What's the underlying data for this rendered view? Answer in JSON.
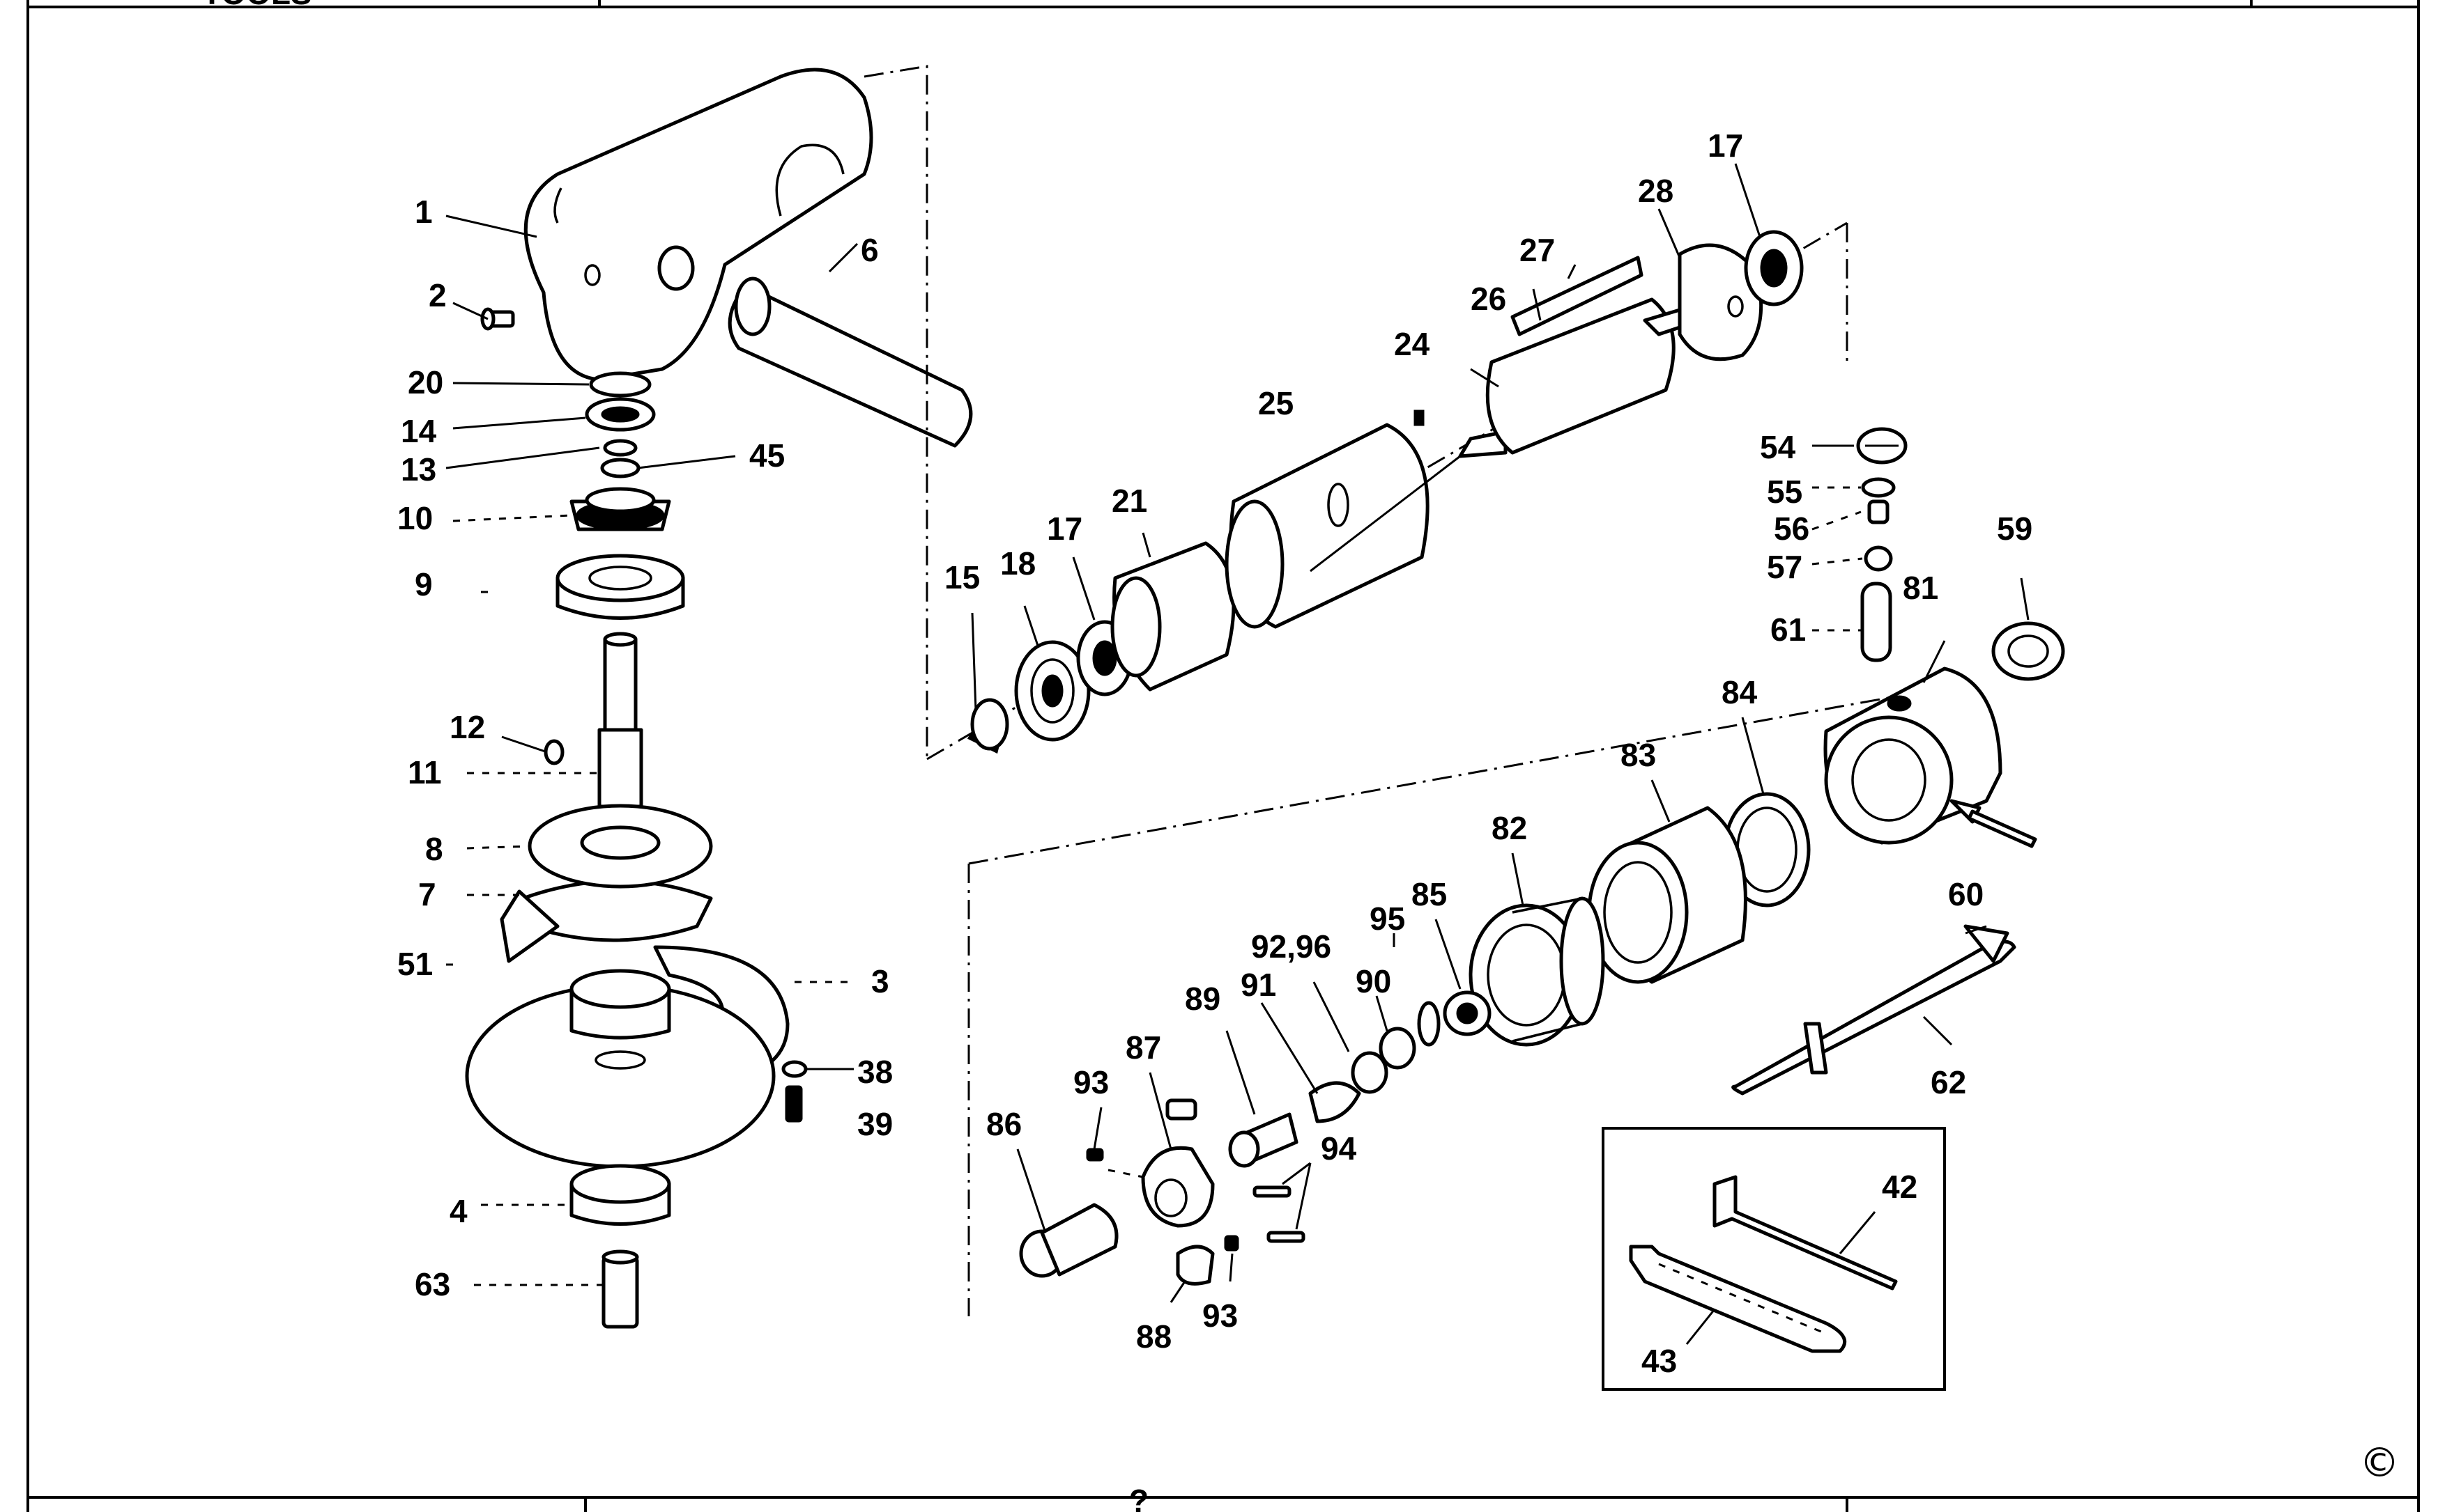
{
  "header": {
    "logo_text": "TOOLS"
  },
  "footer": {
    "center_text": "?"
  },
  "copyright_mark": "©",
  "callouts": [
    {
      "id": "1",
      "text": "1"
    },
    {
      "id": "2",
      "text": "2"
    },
    {
      "id": "20",
      "text": "20"
    },
    {
      "id": "14",
      "text": "14"
    },
    {
      "id": "13",
      "text": "13"
    },
    {
      "id": "45",
      "text": "45"
    },
    {
      "id": "10",
      "text": "10"
    },
    {
      "id": "9",
      "text": "9"
    },
    {
      "id": "12",
      "text": "12"
    },
    {
      "id": "11",
      "text": "11"
    },
    {
      "id": "8",
      "text": "8"
    },
    {
      "id": "7",
      "text": "7"
    },
    {
      "id": "51",
      "text": "51"
    },
    {
      "id": "3",
      "text": "3"
    },
    {
      "id": "38",
      "text": "38"
    },
    {
      "id": "39",
      "text": "39"
    },
    {
      "id": "4",
      "text": "4"
    },
    {
      "id": "63",
      "text": "63"
    },
    {
      "id": "6",
      "text": "6"
    },
    {
      "id": "17a",
      "text": "17"
    },
    {
      "id": "28",
      "text": "28"
    },
    {
      "id": "27",
      "text": "27"
    },
    {
      "id": "26",
      "text": "26"
    },
    {
      "id": "24",
      "text": "24"
    },
    {
      "id": "25",
      "text": "25"
    },
    {
      "id": "21",
      "text": "21"
    },
    {
      "id": "17b",
      "text": "17"
    },
    {
      "id": "18",
      "text": "18"
    },
    {
      "id": "15",
      "text": "15"
    },
    {
      "id": "54",
      "text": "54"
    },
    {
      "id": "55",
      "text": "55"
    },
    {
      "id": "56",
      "text": "56"
    },
    {
      "id": "57",
      "text": "57"
    },
    {
      "id": "61",
      "text": "61"
    },
    {
      "id": "81",
      "text": "81"
    },
    {
      "id": "59",
      "text": "59"
    },
    {
      "id": "84",
      "text": "84"
    },
    {
      "id": "83",
      "text": "83"
    },
    {
      "id": "82",
      "text": "82"
    },
    {
      "id": "85",
      "text": "85"
    },
    {
      "id": "95",
      "text": "95"
    },
    {
      "id": "92_96",
      "text": "92,96"
    },
    {
      "id": "90",
      "text": "90"
    },
    {
      "id": "91",
      "text": "91"
    },
    {
      "id": "89",
      "text": "89"
    },
    {
      "id": "87",
      "text": "87"
    },
    {
      "id": "93a",
      "text": "93"
    },
    {
      "id": "86",
      "text": "86"
    },
    {
      "id": "94",
      "text": "94"
    },
    {
      "id": "88",
      "text": "88"
    },
    {
      "id": "93b",
      "text": "93"
    },
    {
      "id": "60",
      "text": "60"
    },
    {
      "id": "62",
      "text": "62"
    },
    {
      "id": "42",
      "text": "42"
    },
    {
      "id": "43",
      "text": "43"
    }
  ]
}
